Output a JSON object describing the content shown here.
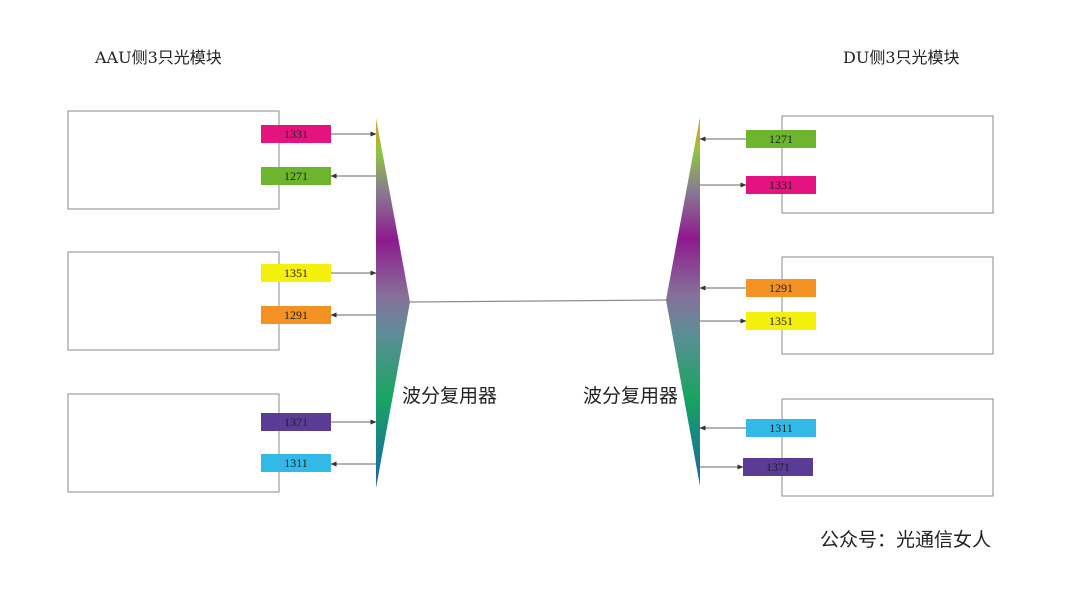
{
  "left_side": {
    "title": "AAU侧3只光模块",
    "mux_label": "波分复用器",
    "modules": [
      {
        "channels": [
          {
            "wavelength": "1331",
            "color": "#e4137f"
          },
          {
            "wavelength": "1271",
            "color": "#6cb52d"
          }
        ]
      },
      {
        "channels": [
          {
            "wavelength": "1351",
            "color": "#f5ef0c"
          },
          {
            "wavelength": "1291",
            "color": "#f39222"
          }
        ]
      },
      {
        "channels": [
          {
            "wavelength": "1371",
            "color": "#5a3c96"
          },
          {
            "wavelength": "1311",
            "color": "#32b9e8"
          }
        ]
      }
    ]
  },
  "right_side": {
    "title": "DU侧3只光模块",
    "mux_label": "波分复用器",
    "modules": [
      {
        "channels": [
          {
            "wavelength": "1271",
            "color": "#6cb52d"
          },
          {
            "wavelength": "1331",
            "color": "#e4137f"
          }
        ]
      },
      {
        "channels": [
          {
            "wavelength": "1291",
            "color": "#f39222"
          },
          {
            "wavelength": "1351",
            "color": "#f5ef0c"
          }
        ]
      },
      {
        "channels": [
          {
            "wavelength": "1311",
            "color": "#32b9e8"
          },
          {
            "wavelength": "1371",
            "color": "#5a3c96"
          }
        ]
      }
    ]
  },
  "footer": "公众号：光通信女人"
}
